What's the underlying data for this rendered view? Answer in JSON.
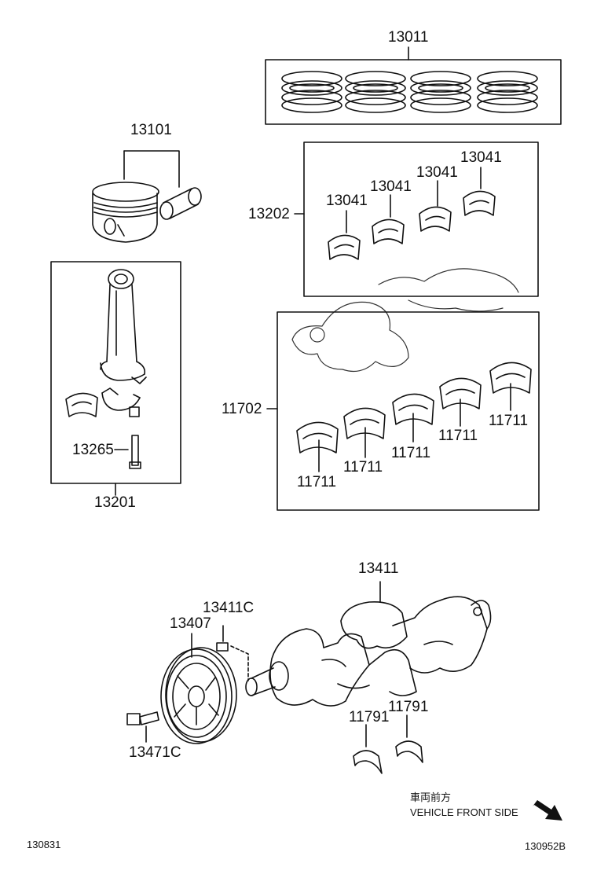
{
  "parts": {
    "piston_rings": "13011",
    "piston_assy": "13101",
    "conrod_bearings_group": "13202",
    "conrod_bearing_1": "13041",
    "conrod_bearing_2": "13041",
    "conrod_bearing_3": "13041",
    "conrod_bearing_4": "13041",
    "conrod_bolt": "13265",
    "conrod_assy": "13201",
    "main_bearings_group": "11702",
    "main_bearing_1": "11711",
    "main_bearing_2": "11711",
    "main_bearing_3": "11711",
    "main_bearing_4": "11711",
    "main_bearing_5": "11711",
    "crankshaft": "13411",
    "crank_key": "13411C",
    "pulley": "13407",
    "pulley_bolt": "13471C",
    "thrust_washer_1": "11791",
    "thrust_washer_2": "11791"
  },
  "direction": {
    "japanese": "車両前方",
    "english": "VEHICLE FRONT SIDE"
  },
  "codes": {
    "left": "130831",
    "right": "130952B"
  }
}
